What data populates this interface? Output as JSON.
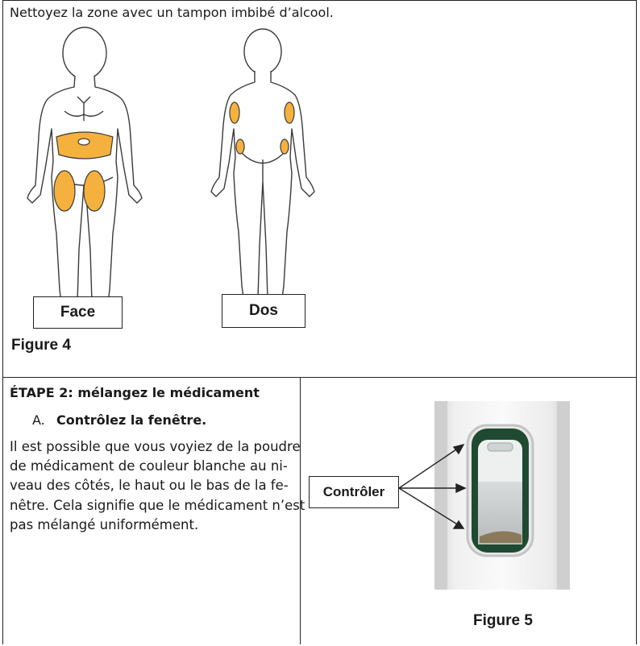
{
  "instruction": "Nettoyez la zone avec un tampon imbibé d’alcool.",
  "figure4": {
    "front_label": "Face",
    "back_label": "Dos",
    "caption": "Figure 4",
    "highlight_color": "#f5b13d"
  },
  "step2": {
    "title": "ÉTAPE 2: mélangez le médicament",
    "substep_marker": "A.",
    "substep_text": "Contrôlez la fenêtre.",
    "paragraph_lines": [
      "Il est possible que vous voyiez de la poudre",
      "de médicament de couleur blanche au ni-",
      "veau des côtés, le haut ou le bas de la fe-",
      "nêtre. Cela signifie que le médicament n’est",
      "pas mélangé uniformément."
    ]
  },
  "figure5": {
    "callout_label": "Contrôler",
    "caption": "Figure 5"
  }
}
